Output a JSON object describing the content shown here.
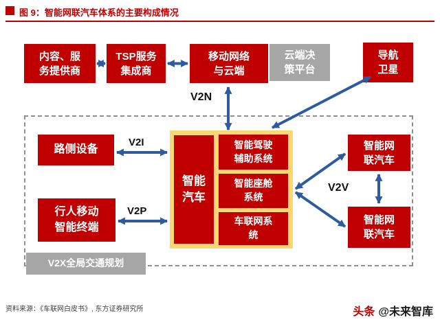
{
  "colors": {
    "red": "#C00000",
    "gray": "#A6A6A6",
    "yellow": "#F9D773",
    "blue": "#2E5B9E"
  },
  "header": {
    "figure_label": "图 9：智能网联汽车体系的主要构成情况"
  },
  "top_row": {
    "content_provider": "内容、服\n务提供商",
    "tsp_integrator": "TSP服务\n集成商",
    "mobile_network": "移动网络\n与云端",
    "cloud_decision": "云端决\n策平台",
    "nav_satellite": "导航\n卫星"
  },
  "diagram": {
    "roadside_unit": "路侧设备",
    "pedestrian_terminal": "行人移动\n智能终端",
    "smart_car": "智能\n汽车",
    "driving_assist_system": "智能驾驶\n辅助系统",
    "cockpit_system": "智能座舱\n系统",
    "telematics_system": "车联网系\n统",
    "icv_top": "智能网\n联汽车",
    "icv_bottom": "智能网\n联汽车",
    "v2x_planning": "V2X全局交通规划",
    "labels": {
      "v2n": "V2N",
      "v2i": "V2I",
      "v2p": "V2P",
      "v2v": "V2V"
    }
  },
  "footer": {
    "source": "资料来源：《车联网白皮书》, 东方证券研究所"
  },
  "watermark": {
    "brand": "头条",
    "handle": "@未来智库"
  }
}
